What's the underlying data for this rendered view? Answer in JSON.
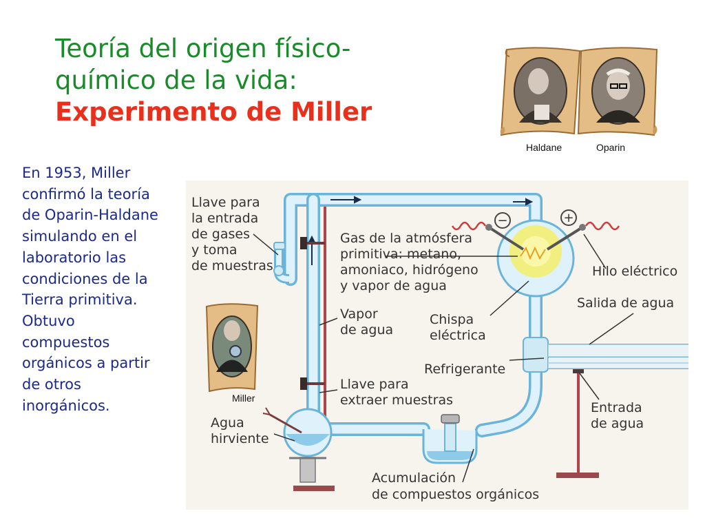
{
  "title": {
    "line1": "Teoría del origen físico-",
    "line2": "químico de la vida:",
    "line3": "Experimento de Miller"
  },
  "intro_text": "En 1953, Miller confirmó la teoría de Oparin-Haldane simulando en el laboratorio las condiciones de la Tierra primitiva. Obtuvo compuestos orgánicos a partir de otros inorgánicos.",
  "portraits": {
    "haldane": "Haldane",
    "oparin": "Oparin",
    "miller": "Miller"
  },
  "diagram": {
    "llave_entrada": [
      "Llave para",
      "la entrada",
      "de gases",
      "y toma",
      "de muestras"
    ],
    "gas_atmosfera": [
      "Gas de la atmósfera",
      "primitiva: metano,",
      "amoniaco, hidrógeno",
      "y vapor de agua"
    ],
    "vapor": [
      "Vapor",
      "de agua"
    ],
    "chispa": [
      "Chispa",
      "eléctrica"
    ],
    "hilo": "Hilo eléctrico",
    "salida": "Salida de agua",
    "refrigerante": "Refrigerante",
    "llave_extraer": [
      "Llave para",
      "extraer muestras"
    ],
    "entrada_agua": [
      "Entrada",
      "de agua"
    ],
    "agua_hirviente": [
      "Agua",
      "hirviente"
    ],
    "acumulacion": [
      "Acumulación",
      "de compuestos orgánicos"
    ],
    "minus_sign": "−",
    "plus_sign": "+"
  },
  "colors": {
    "title_green": "#1a8a2a",
    "title_red": "#e8301c",
    "body_blue": "#1b2a8a",
    "glass_blue": "#bfe3f4",
    "tube_outline": "#6ab4da",
    "spark_yellow": "#f4ef6a"
  }
}
